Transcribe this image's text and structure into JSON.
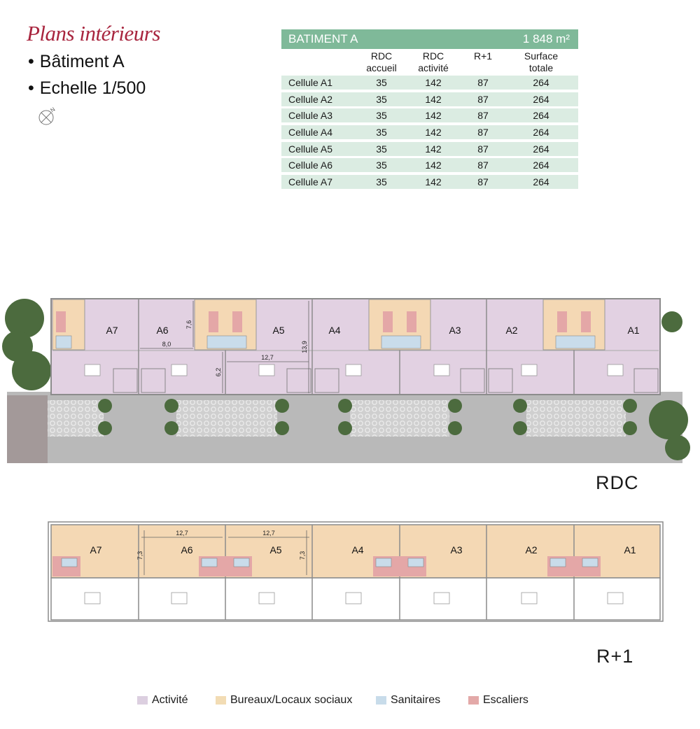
{
  "header": {
    "title": "Plans intérieurs",
    "bullets": [
      "Bâtiment A",
      "Echelle 1/500"
    ]
  },
  "table": {
    "building": "BATIMENT A",
    "total_area": "1 848 m²",
    "columns": [
      "RDC\naccueil",
      "RDC\nactivité",
      "R+1",
      "Surface\ntotale"
    ],
    "rows": [
      {
        "name": "Cellule A1",
        "accueil": "35",
        "activite": "142",
        "r1": "87",
        "total": "264"
      },
      {
        "name": "Cellule A2",
        "accueil": "35",
        "activite": "142",
        "r1": "87",
        "total": "264"
      },
      {
        "name": "Cellule A3",
        "accueil": "35",
        "activite": "142",
        "r1": "87",
        "total": "264"
      },
      {
        "name": "Cellule A4",
        "accueil": "35",
        "activite": "142",
        "r1": "87",
        "total": "264"
      },
      {
        "name": "Cellule A5",
        "accueil": "35",
        "activite": "142",
        "r1": "87",
        "total": "264"
      },
      {
        "name": "Cellule A6",
        "accueil": "35",
        "activite": "142",
        "r1": "87",
        "total": "264"
      },
      {
        "name": "Cellule A7",
        "accueil": "35",
        "activite": "142",
        "r1": "87",
        "total": "264"
      }
    ]
  },
  "plan_rdc": {
    "label": "RDC",
    "cells": [
      "A7",
      "A6",
      "A5",
      "A4",
      "A3",
      "A2",
      "A1"
    ],
    "dims": {
      "d1": "7,6",
      "d2": "8,0",
      "d3": "12,7",
      "d4": "13,9",
      "d5": "6,2"
    }
  },
  "plan_r1": {
    "label": "R+1",
    "cells": [
      "A7",
      "A6",
      "A5",
      "A4",
      "A3",
      "A2",
      "A1"
    ],
    "dims": {
      "d1": "12,7",
      "d2": "12,7",
      "d3": "7,3",
      "d4": "7,3"
    }
  },
  "legend": [
    {
      "label": "Activité",
      "color": "#dccfe0"
    },
    {
      "label": "Bureaux/Locaux sociaux",
      "color": "#f2dcb4"
    },
    {
      "label": "Sanitaires",
      "color": "#c8dcea"
    },
    {
      "label": "Escaliers",
      "color": "#e3a9a8"
    }
  ],
  "colors": {
    "activite": "#e2d1e2",
    "bureaux": "#f4d8b4",
    "sanitaires": "#c9dcea",
    "escaliers": "#e4a7a7",
    "table_header": "#7fb999",
    "table_row": "#dbece2",
    "title": "#a8253e"
  }
}
